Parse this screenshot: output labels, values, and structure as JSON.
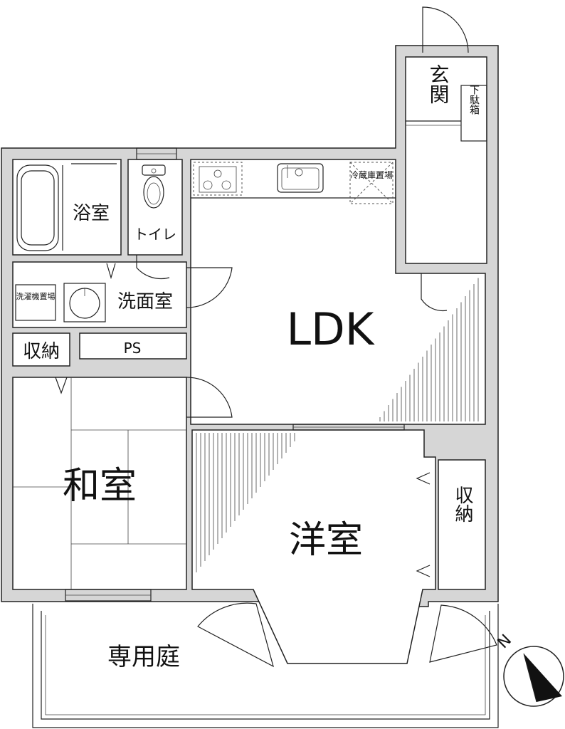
{
  "rooms": {
    "entrance": "玄関",
    "shoe_box": "下駄箱",
    "bath": "浴室",
    "toilet": "トイレ",
    "washroom": "洗面室",
    "washer_place": "洗濯機置場",
    "storage_left": "収納",
    "ps": "PS",
    "ldk": "LDK",
    "fridge_place": "冷蔵庫置場",
    "japanese_room": "和室",
    "western_room": "洋室",
    "storage_right": "収納",
    "private_garden": "専用庭"
  },
  "compass": {
    "label": "N"
  },
  "colors": {
    "wall": "#d6d6d6",
    "line": "#222222",
    "background": "#ffffff"
  }
}
